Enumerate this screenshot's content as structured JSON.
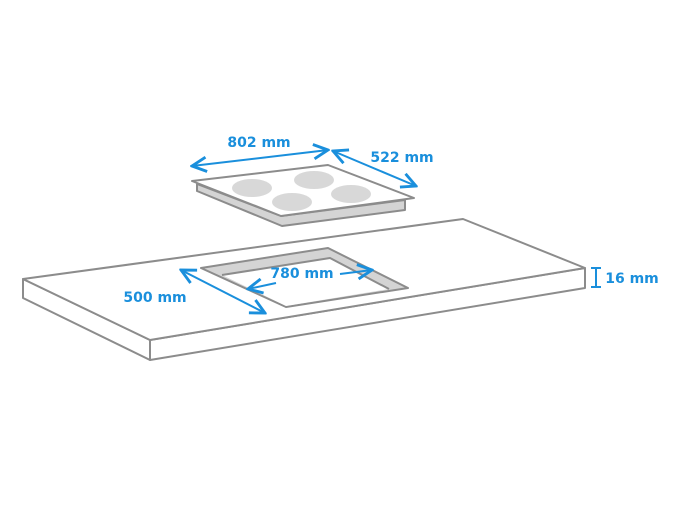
{
  "dimensions": {
    "hob_width": "802 mm",
    "hob_depth": "522 mm",
    "cutout_width": "780 mm",
    "cutout_depth": "500 mm",
    "worktop_thickness": "16 mm"
  },
  "colors": {
    "dimension": "#1a8fdc",
    "outline": "#8c8c8c",
    "fill_gray": "#d4d4d4",
    "burner": "#d8d8d8"
  }
}
